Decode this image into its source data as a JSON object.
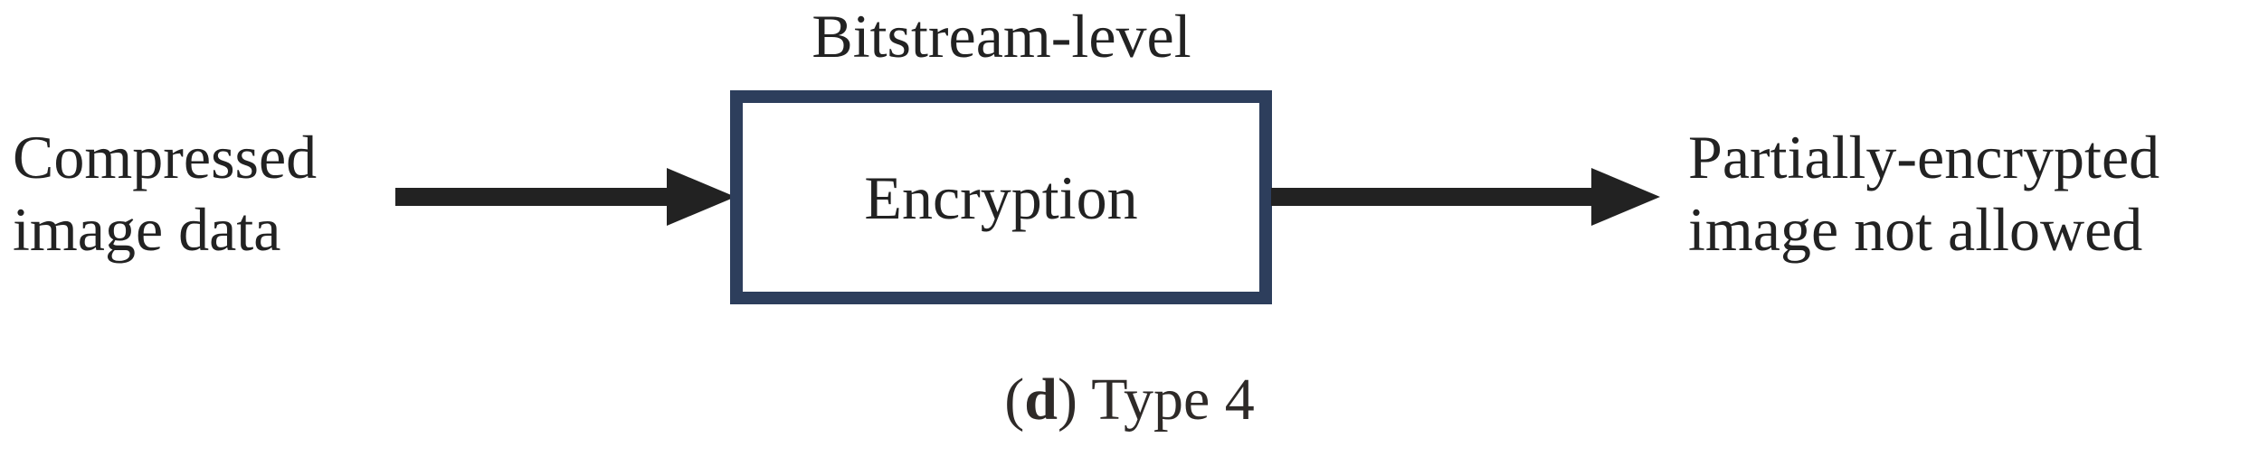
{
  "figure": {
    "caption_open_paren": "(",
    "caption_letter": "d",
    "caption_close": ") Type 4",
    "background_color": "#ffffff",
    "text_color": "#222222",
    "box_border_color": "#2d3e5c",
    "arrow_color": "#222222"
  },
  "input": {
    "line1": "Compressed",
    "line2": "image data"
  },
  "process": {
    "title": "Bitstream-level",
    "label": "Encryption"
  },
  "output": {
    "line1": "Partially-encrypted",
    "line2": "image not allowed"
  },
  "arrows": {
    "in_name": "arrow-right-icon",
    "out_name": "arrow-right-icon"
  },
  "chart_data": {
    "type": "diagram",
    "title": "(d) Type 4",
    "nodes": [
      {
        "id": "input",
        "label": "Compressed image data",
        "kind": "text-label"
      },
      {
        "id": "process",
        "label": "Encryption",
        "sublabel": "Bitstream-level",
        "kind": "box"
      },
      {
        "id": "output",
        "label": "Partially-encrypted image not allowed",
        "kind": "text-label"
      }
    ],
    "edges": [
      {
        "from": "input",
        "to": "process",
        "style": "solid-arrow"
      },
      {
        "from": "process",
        "to": "output",
        "style": "solid-arrow"
      }
    ]
  }
}
